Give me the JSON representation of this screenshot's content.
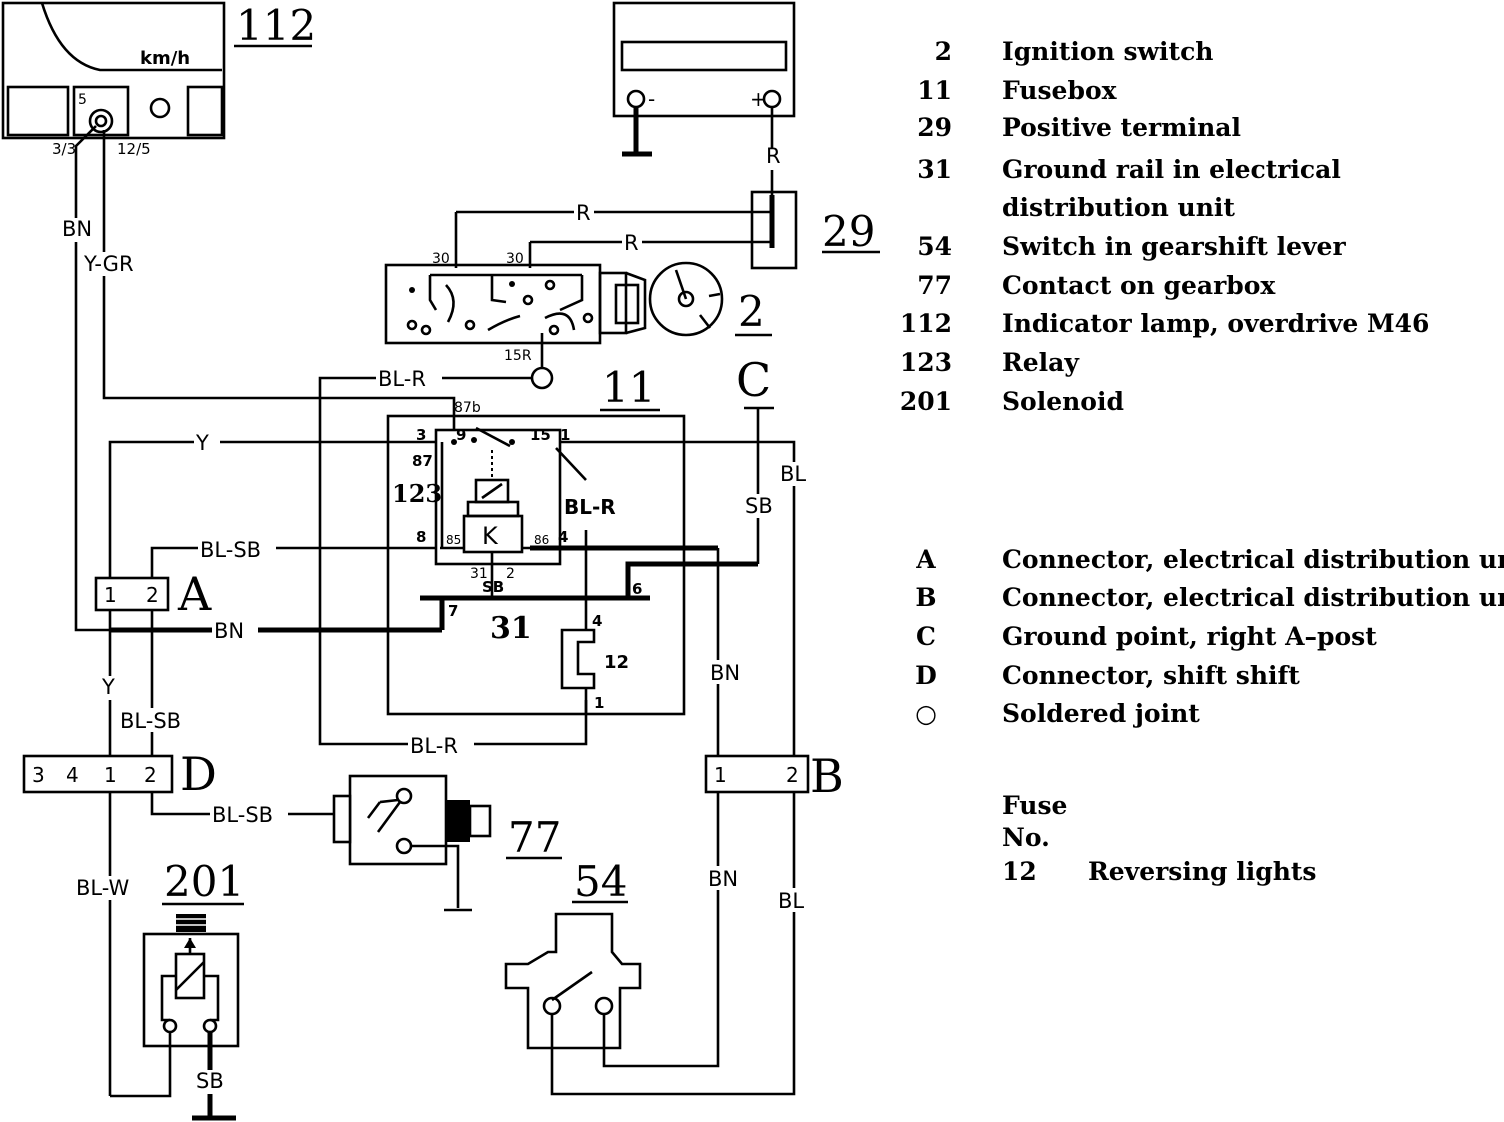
{
  "components": {
    "c112": {
      "id": "112",
      "unit": "km/h",
      "pin_5": "5",
      "pin_3_3": "3/3",
      "pin_12_5": "12/5"
    },
    "battery": {
      "minus": "-",
      "plus": "+"
    },
    "c29": {
      "id": "29"
    },
    "c2": {
      "id": "2",
      "pin_30a": "30",
      "pin_30b": "30",
      "pin_15r": "15R"
    },
    "c11": {
      "id": "11"
    },
    "c123": {
      "id": "123",
      "pin_87b": "87b",
      "pin_3": "3",
      "pin_9": "9",
      "pin_15": "15",
      "pin_1": "1",
      "pin_87": "87",
      "pin_8": "8",
      "pin_85": "85",
      "pin_86": "86",
      "pin_4": "4",
      "pin_31": "31",
      "pin_2": "2",
      "relay_k": "K"
    },
    "c31": {
      "id": "31",
      "pin_7": "7",
      "pin_6": "6",
      "pin_sb": "SB"
    },
    "fuse12": {
      "id": "12",
      "pin_4": "4",
      "pin_1": "1"
    },
    "connA": {
      "letter": "A",
      "pin1": "1",
      "pin2": "2"
    },
    "connB": {
      "letter": "B",
      "pin1": "1",
      "pin2": "2"
    },
    "connC": {
      "letter": "C"
    },
    "connD": {
      "letter": "D",
      "pin3": "3",
      "pin4": "4",
      "pin1": "1",
      "pin2": "2"
    },
    "c201": {
      "id": "201"
    },
    "c77": {
      "id": "77"
    },
    "c54": {
      "id": "54"
    }
  },
  "wires": {
    "bn_112": "BN",
    "ygr_112": "Y-GR",
    "r_batt": "R",
    "r_top": "R",
    "r_second": "R",
    "blr_15r": "BL-R",
    "y_top": "Y",
    "blsb_a": "BL-SB",
    "bn_a": "BN",
    "blr_fuse": "BL-R",
    "bl_c": "BL",
    "sb_c": "SB",
    "y_ad": "Y",
    "blsb_ad": "BL-SB",
    "blr_bottom": "BL-R",
    "bn_b_top": "BN",
    "blsb_77": "BL-SB",
    "blw_201": "BL-W",
    "bn_b_bottom": "BN",
    "bl_b_bottom": "BL",
    "sb_201": "SB"
  },
  "legend": {
    "items": [
      {
        "num": "2",
        "label": "Ignition switch"
      },
      {
        "num": "11",
        "label": "Fusebox"
      },
      {
        "num": "29",
        "label": "Positive terminal"
      },
      {
        "num": "31",
        "label": "Ground rail in electrical",
        "label2": "distribution unit"
      },
      {
        "num": "54",
        "label": "Switch in gearshift lever"
      },
      {
        "num": "77",
        "label": "Contact on gearbox"
      },
      {
        "num": "112",
        "label": "Indicator lamp, overdrive M46"
      },
      {
        "num": "123",
        "label": "Relay"
      },
      {
        "num": "201",
        "label": "Solenoid"
      }
    ],
    "connectors": [
      {
        "key": "A",
        "label": "Connector, electrical distribution unit"
      },
      {
        "key": "B",
        "label": "Connector, electrical distribution unit"
      },
      {
        "key": "C",
        "label": "Ground point, right A–post"
      },
      {
        "key": "D",
        "label": "Connector, shift shift"
      },
      {
        "key": "○",
        "label": "Soldered joint"
      }
    ],
    "fuse": {
      "title": "Fuse",
      "subtitle": "No.",
      "num": "12",
      "label": "Reversing lights"
    }
  }
}
